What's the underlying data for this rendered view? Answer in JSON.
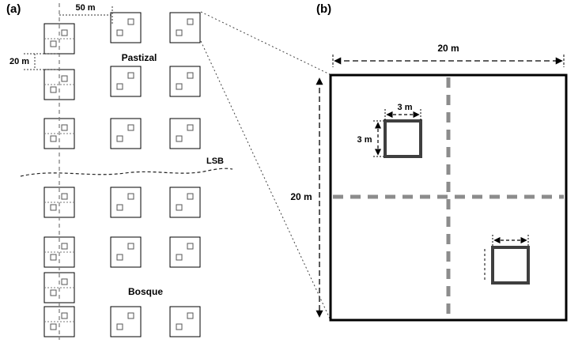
{
  "colors": {
    "plot_border": "#000000",
    "plot_marker_border": "#555555",
    "transect_dash": "#777777",
    "measure_dash": "#333333",
    "connector": "#444444",
    "quadrant_divider": "#8c8c8c",
    "subplot_border": "#3f3f3f",
    "big_square_border": "#000000"
  },
  "panel_a": {
    "label": "(a)",
    "top_region_label": "Pastizal",
    "bottom_region_label": "Bosque",
    "boundary_label": "LSB",
    "plot_spacing_label": "50 m",
    "row_gap_label": "20 m",
    "grid": {
      "plot_size": 38,
      "columns_x": [
        56,
        140,
        215
      ],
      "left_rows_y": [
        30,
        88,
        150,
        237,
        300,
        345,
        388
      ],
      "mid_rows_y": [
        16,
        84,
        150,
        237,
        300,
        388
      ],
      "right_rows_y": [
        16,
        84,
        150,
        237,
        300,
        388
      ],
      "marker_size": 7,
      "marker_offsets": [
        [
          22,
          8
        ],
        [
          8,
          22
        ]
      ]
    }
  },
  "panel_b": {
    "label": "(b)",
    "width_label": "20 m",
    "height_label": "20 m",
    "subplot_width_label": "3 m",
    "subplot_height_label": "3 m"
  }
}
